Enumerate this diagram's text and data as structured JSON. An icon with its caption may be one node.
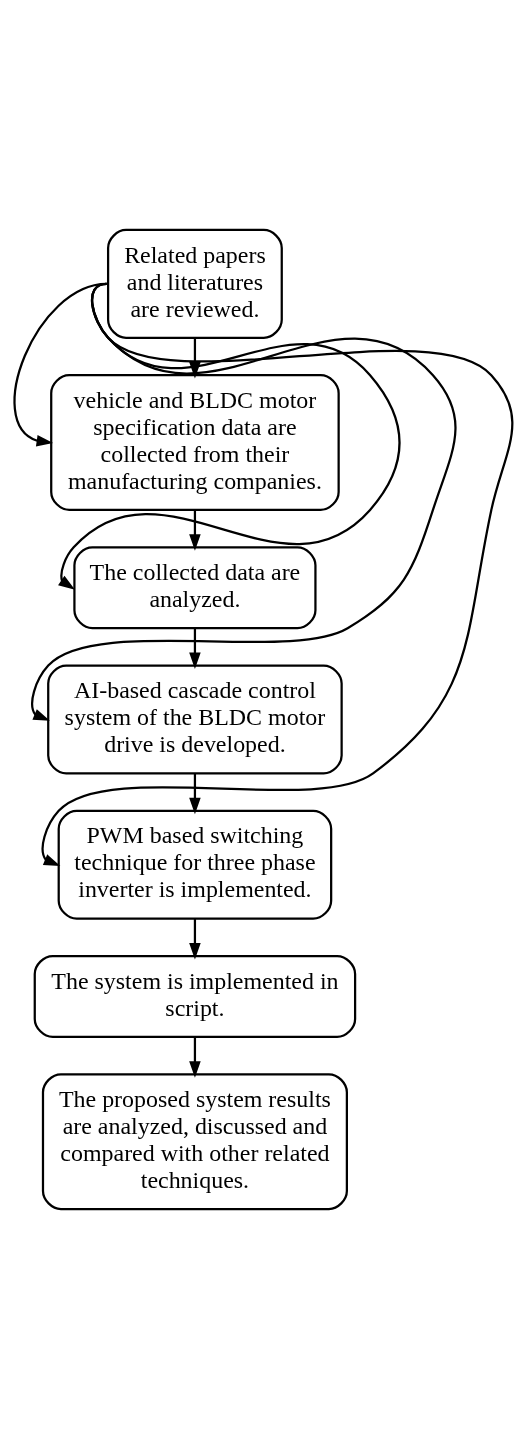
{
  "diagram": {
    "nodes": [
      {
        "text": [
          "Related papers and literatures are reviewed."
        ]
      },
      {
        "text": [
          "vehicle and BLDC motor specification data are collected from their manufacturing companies."
        ]
      },
      {
        "text": [
          "The collected data are analyzed."
        ]
      },
      {
        "text": [
          "AI-based cascade control system of the BLDC motor drive is developed."
        ]
      },
      {
        "text": [
          "PWM based switching technique for three phase inverter is implemented."
        ]
      },
      {
        "text": [
          "The system is implemented in script."
        ]
      },
      {
        "text": [
          "The proposed system results are analyzed, discussed and compared with other related techniques."
        ]
      }
    ],
    "edges": [
      {
        "from": 0,
        "to": 1,
        "arrow": "to"
      },
      {
        "from": 0,
        "to": 1,
        "arrow": "to"
      },
      {
        "from": 0,
        "to": 2,
        "arrow": "to"
      },
      {
        "from": 0,
        "to": 3,
        "arrow": "to"
      },
      {
        "from": 0,
        "to": 4,
        "arrow": "to"
      },
      {
        "from": 1,
        "to": 2,
        "arrow": "to"
      },
      {
        "from": 2,
        "to": 3,
        "arrow": "to"
      },
      {
        "from": 3,
        "to": 4,
        "arrow": "to"
      },
      {
        "from": 4,
        "to": 5,
        "arrow": "to"
      },
      {
        "from": 5,
        "to": 6,
        "arrow": "to"
      }
    ]
  }
}
